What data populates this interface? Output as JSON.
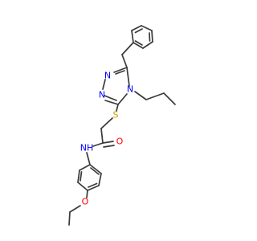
{
  "molecule": {
    "atoms": {
      "n_triazole_1": "N",
      "n_triazole_2": "N",
      "n_triazole_4": "N",
      "sulfur": "S",
      "carbonyl_oxygen": "O",
      "amide_nh": "NH",
      "ether_oxygen": "O"
    },
    "colors": {
      "bond": "#3a3a3a",
      "nitrogen": "#0000ff",
      "sulfur": "#c8a000",
      "oxygen": "#ff0000"
    }
  }
}
